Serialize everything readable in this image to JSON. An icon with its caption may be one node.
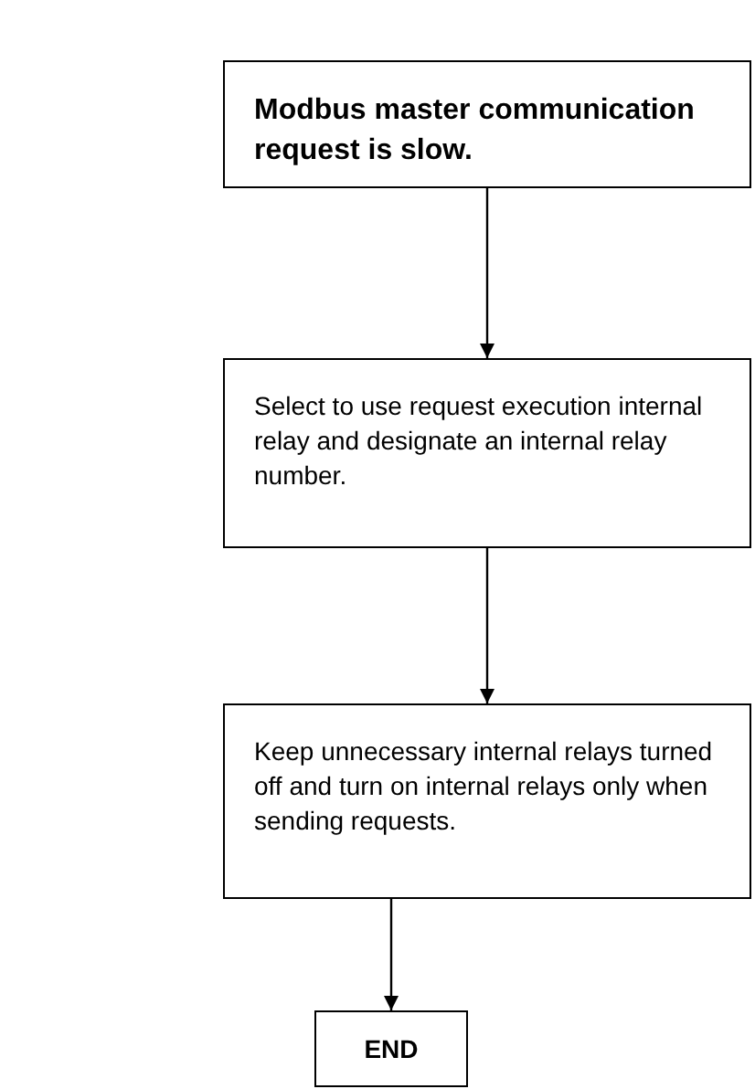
{
  "diagram": {
    "nodes": [
      {
        "text": [
          "Modbus master communication request is slow."
        ]
      },
      {
        "text": [
          "Select to use request execution internal relay and designate an internal relay number."
        ]
      },
      {
        "text": [
          "Keep unnecessary internal relays turned off and turn on internal relays only when sending requests."
        ]
      },
      {
        "text": [
          "END"
        ]
      }
    ],
    "edges": [
      {
        "from": 0,
        "to": 1,
        "arrow": "to"
      },
      {
        "from": 1,
        "to": 2,
        "arrow": "to"
      },
      {
        "from": 2,
        "to": 3,
        "arrow": "to"
      }
    ]
  }
}
